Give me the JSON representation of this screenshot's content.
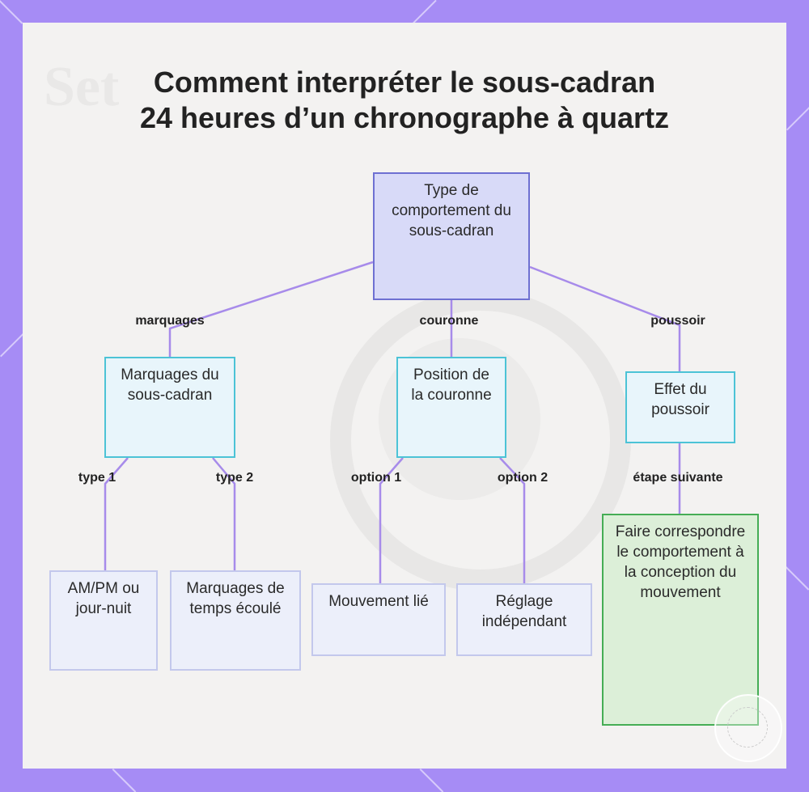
{
  "title_lines": [
    "Comment interpréter le sous-cadran",
    "24 heures d’un chronographe à quartz"
  ],
  "nodes": {
    "root": "Type de comportement du sous-cadran",
    "markings": "Marquages du sous-cadran",
    "crown": "Position de la couronne",
    "pusher": "Effet du poussoir",
    "ampm": "AM/PM ou jour-nuit",
    "elapsed": "Marquages de temps écoulé",
    "linked": "Mouvement lié",
    "independent": "Réglage indépendant",
    "match": "Faire correspondre le comportement à la conception du mouvement"
  },
  "edge_labels": {
    "marquages": "marquages",
    "couronne": "couronne",
    "poussoir": "poussoir",
    "type1": "type 1",
    "type2": "type 2",
    "option1": "option 1",
    "option2": "option 2",
    "next_step": "étape suivante"
  },
  "colors": {
    "frame": "#a68cf5",
    "root_fill": "#d8daf8",
    "root_border": "#6e70d2",
    "mid_fill": "#e8f5fb",
    "mid_border": "#4cc3d6",
    "leaf_fill": "#eceffa",
    "leaf_border": "#c3c8ec",
    "goal_fill": "#dcefd8",
    "goal_border": "#45ad55",
    "connector": "#a78bea"
  }
}
